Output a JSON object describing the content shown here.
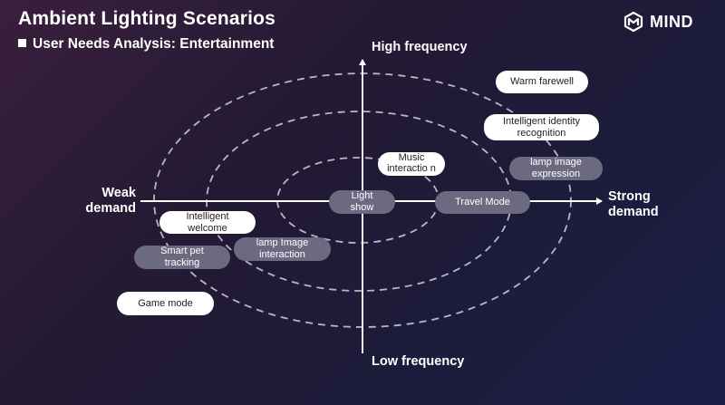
{
  "header": {
    "title": "Ambient Lighting Scenarios",
    "subtitle": "User Needs Analysis: Entertainment"
  },
  "logo": {
    "brand": "MIND"
  },
  "axes": {
    "top": "High frequency",
    "bottom": "Low frequency",
    "left_line1": "Weak",
    "left_line2": "demand",
    "right_line1": "Strong",
    "right_line2": "demand"
  },
  "scenarios": {
    "warm_farewell": "Warm farewell",
    "identity_recognition": "Intelligent identity recognition",
    "music_interaction": "Music interactio n",
    "lamp_image_expression": "lamp image expression",
    "light_show": "Light show",
    "travel_mode": "Travel Mode",
    "intelligent_welcome": "Intelligent welcome",
    "lamp_image_interaction": "lamp Image interaction",
    "smart_pet_tracking": "Smart pet tracking",
    "game_mode": "Game mode"
  },
  "colors": {
    "pill_white": "#ffffff",
    "pill_gray": "#6c6a80",
    "dashed_ring": "#b9b6c6"
  }
}
